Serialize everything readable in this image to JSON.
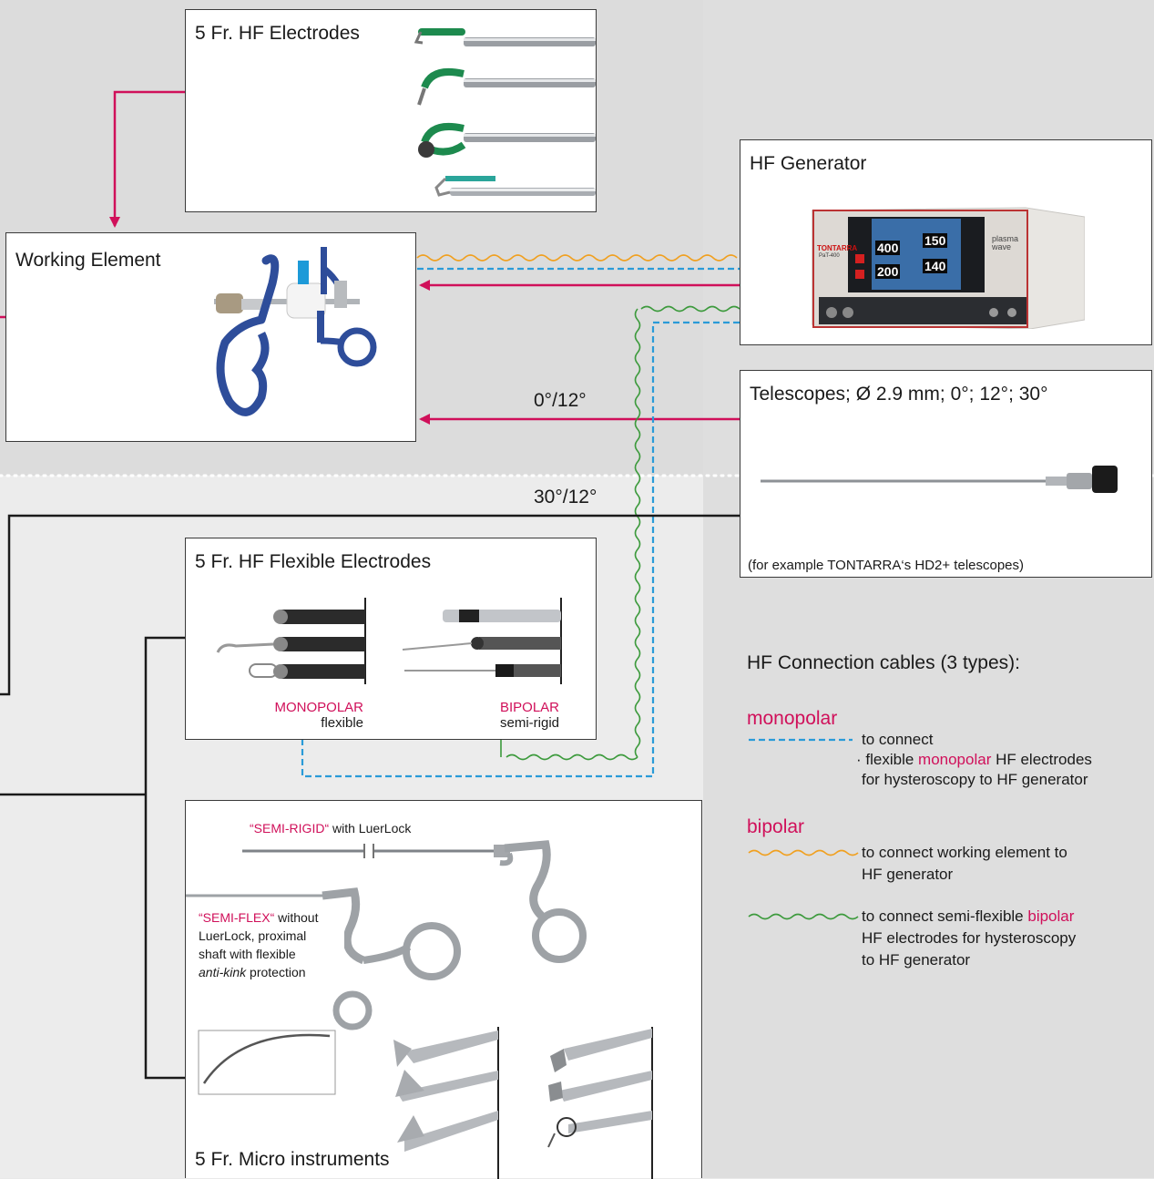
{
  "boxes": {
    "hf_electrodes": "5 Fr. HF Electrodes",
    "working_element": "Working Element",
    "hf_generator": "HF Generator",
    "telescopes": "Telescopes; Ø 2.9 mm; 0°; 12°; 30°",
    "telescopes_note": "(for example TONTARRA‘s HD2+ telescopes)",
    "flexible_electrodes": "5 Fr. HF Flexible Electrodes",
    "micro_instruments": "5 Fr. Micro instruments"
  },
  "flexible": {
    "mono_title": "MONOPOLAR",
    "mono_sub": "flexible",
    "bi_title": "BIPOLAR",
    "bi_sub": "semi-rigid"
  },
  "micro": {
    "semi_rigid_label": "“SEMI-RIGID“",
    "semi_rigid_rest": " with LuerLock",
    "semi_flex_label": "“SEMI-FLEX“",
    "semi_flex_rest": " without",
    "semi_flex_line2": "LuerLock, proximal",
    "semi_flex_line3": "shaft with flexible",
    "semi_flex_italic": "anti-kink",
    "semi_flex_rest4": " protection"
  },
  "angles": {
    "upper": "0°/12°",
    "lower": "30°/12°"
  },
  "generator": {
    "brand": "TONTARRA",
    "model": "PaT-400",
    "logo": "plasma wave",
    "readouts": [
      "400",
      "150",
      "200",
      "140"
    ]
  },
  "legend": {
    "title": "HF Connection cables (3 types):",
    "monopolar_heading": "monopolar",
    "mono_line1": "to connect",
    "mono_line2_pre": "· flexible ",
    "mono_line2_pink": "monopolar",
    "mono_line2_post": " HF electrodes",
    "mono_line3": "for hysteroscopy to HF generator",
    "bipolar_heading": "bipolar",
    "bi1_line1": "to connect working element to",
    "bi1_line2": "HF generator",
    "bi2_line1_pre": "to connect semi-flexible ",
    "bi2_line1_pink": "bipolar",
    "bi2_line2": "HF electrodes for hysteroscopy",
    "bi2_line3": "to HF generator"
  },
  "colors": {
    "accent": "#d0105a",
    "monopolar_cable": "#2a9bd8",
    "bipolar_wave_orange": "#f0a020",
    "bipolar_wave_green": "#3c9a3c",
    "line_black": "#1a1a1a"
  }
}
